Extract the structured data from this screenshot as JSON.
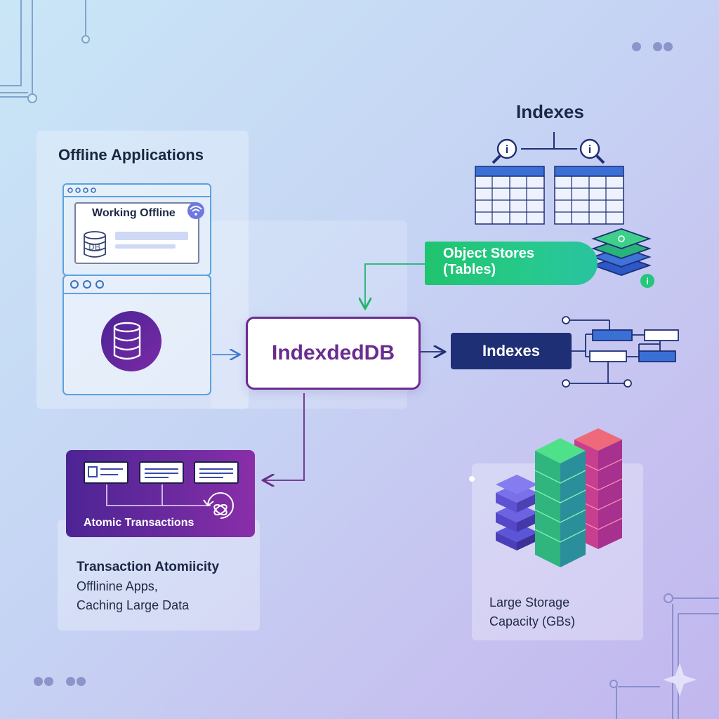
{
  "offline_panel": {
    "title": "Offline Applications",
    "working_card_label": "Working Offline",
    "small_db_label": "DB",
    "big_db_label": "DB"
  },
  "center": {
    "label": "IndexdedDB"
  },
  "indexes_top": {
    "title": "Indexes"
  },
  "object_stores": {
    "line1": "Object Stores",
    "line2": "(Tables)",
    "info_glyph": "i"
  },
  "indexes_box": {
    "label": "Indexes"
  },
  "atomic": {
    "card_label": "Atomic Transactions",
    "caption_title": "Transaction Atomiicity",
    "caption_line1": "Offlinine Apps,",
    "caption_line2": "Caching Large Data"
  },
  "storage": {
    "line1": "Large Storage",
    "line2": "Capacity (GBs)"
  },
  "icons": [
    "wifi-icon",
    "database-icon",
    "magnifier-info-icon",
    "table-grid-icon",
    "layers-icon",
    "info-icon",
    "tree-diagram-icon",
    "sync-icon",
    "stacked-cubes-icon",
    "sparkle-icon"
  ],
  "colors": {
    "purple": "#6a2c8e",
    "green": "#22c77a",
    "navy": "#1e2f75",
    "blue_accent": "#3a78d8"
  }
}
